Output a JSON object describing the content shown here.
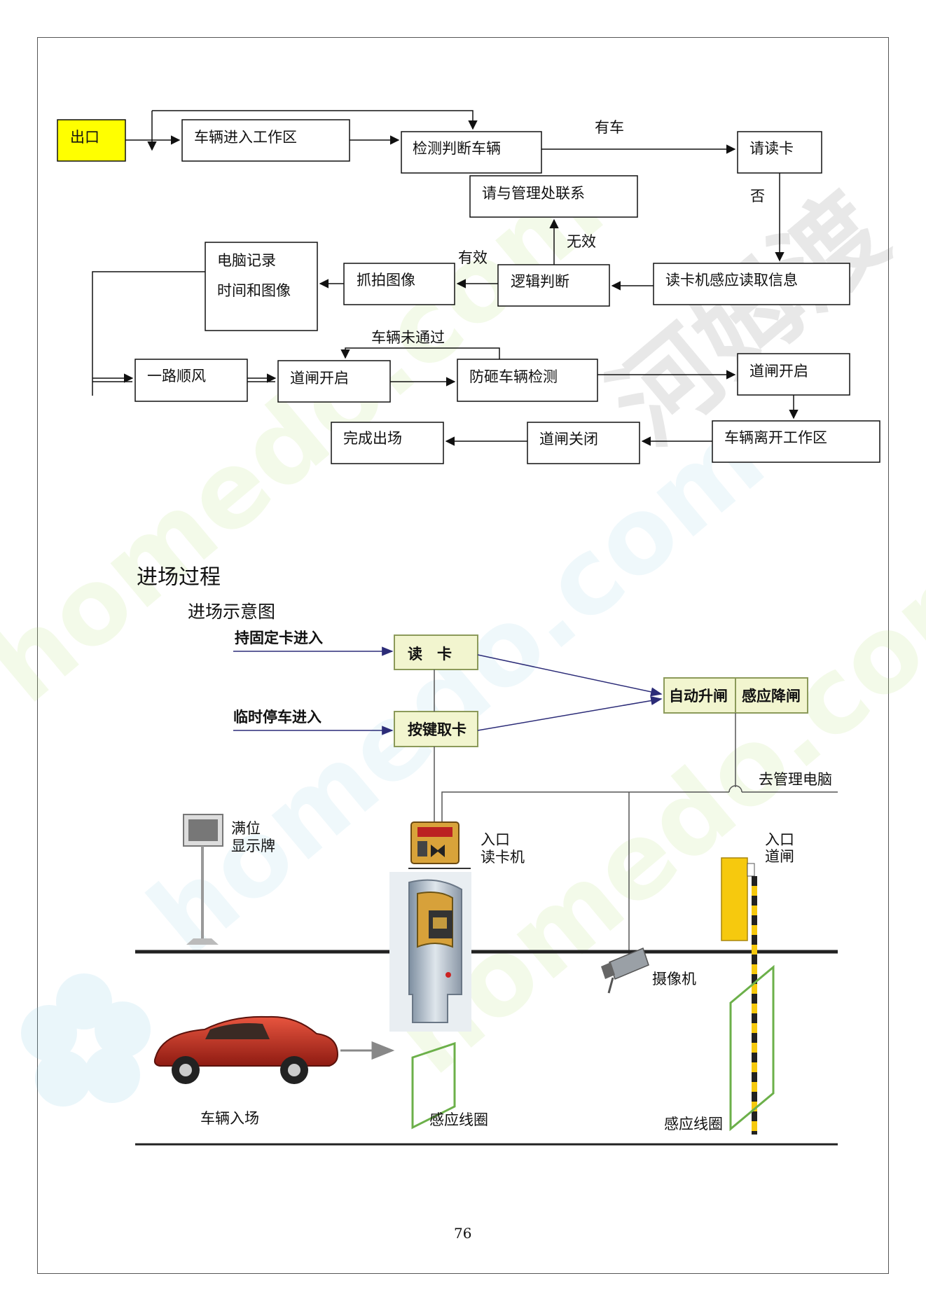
{
  "watermark": {
    "latin": "homedo.com",
    "cjk": "河姆渡"
  },
  "flowchart": {
    "exit": "出口",
    "enter_zone": "车辆进入工作区",
    "detect_vehicle": "检测判断车辆",
    "has_vehicle": "有车",
    "please_read_card": "请读卡",
    "contact_admin": "请与管理处联系",
    "no": "否",
    "invalid": "无效",
    "valid": "有效",
    "pc_record_line1": "电脑记录",
    "pc_record_line2": "时间和图像",
    "capture_image": "抓拍图像",
    "logic_judge": "逻辑判断",
    "reader_sense": "读卡机感应读取信息",
    "not_passed": "车辆未通过",
    "bon_voyage": "一路顺风",
    "gate_open_1": "道闸开启",
    "anti_smash": "防砸车辆检测",
    "gate_open_2": "道闸开启",
    "finish_exit": "完成出场",
    "gate_close": "道闸关闭",
    "vehicle_leave": "车辆离开工作区"
  },
  "entry_section": {
    "title": "进场过程",
    "subtitle": "进场示意图",
    "fixed_card_entry": "持固定卡进入",
    "temp_parking_entry": "临时停车进入",
    "read_card": "读　卡",
    "press_take_card": "按键取卡",
    "auto_raise": "自动升闸",
    "sense_lower": "感应降闸",
    "to_mgmt_pc": "去管理电脑",
    "full_sign_line1": "满位",
    "full_sign_line2": "显示牌",
    "entry_reader_line1": "入口",
    "entry_reader_line2": "读卡机",
    "entry_gate_line1": "入口",
    "entry_gate_line2": "道闸",
    "camera": "摄像机",
    "vehicle_entry": "车辆入场",
    "loop_1": "感应线圈",
    "loop_2": "感应线圈"
  },
  "colors": {
    "exit_fill": "#ffff00",
    "entry_box_fill": "#f2f5cf",
    "entry_box_border": "#8c9a5a",
    "arrow_navy": "#2c2c78",
    "gate_yellow": "#f6c90e",
    "loop_green": "#6cb04a",
    "car_red": "#c0281e"
  },
  "page_number": "76"
}
